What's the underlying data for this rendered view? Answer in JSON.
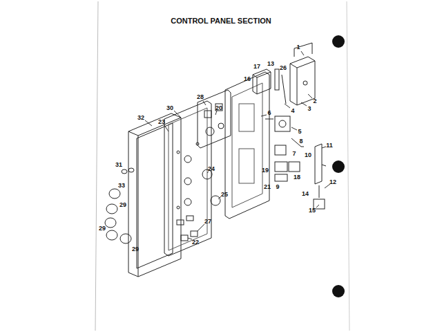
{
  "diagram": {
    "title": "CONTROL PANEL SECTION",
    "labels": [
      "1",
      "13",
      "26",
      "17",
      "16",
      "2",
      "3",
      "4",
      "28",
      "20",
      "6",
      "30",
      "5",
      "32",
      "23",
      "8",
      "11",
      "7",
      "10",
      "24",
      "19",
      "18",
      "21",
      "9",
      "12",
      "14",
      "31",
      "33",
      "25",
      "15",
      "29",
      "29",
      "27",
      "22",
      "29"
    ]
  }
}
